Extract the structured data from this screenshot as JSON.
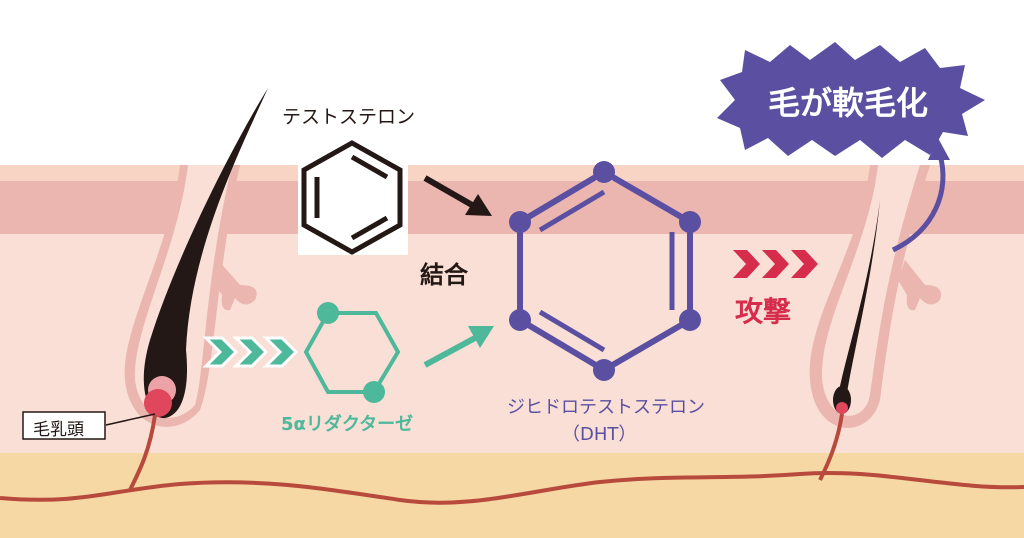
{
  "labels": {
    "testosterone": "テストステロン",
    "bind": "結合",
    "enzyme": "5αリダクターゼ",
    "dht": "ジヒドロテストステロン",
    "dht_abbr": "（DHT）",
    "attack": "攻撃",
    "result": "毛が軟毛化",
    "papilla": "毛乳頭"
  },
  "colors": {
    "teal": "#4db89a",
    "purple": "#5a4fa0",
    "red": "#d62d4d",
    "hair": "#231815"
  }
}
